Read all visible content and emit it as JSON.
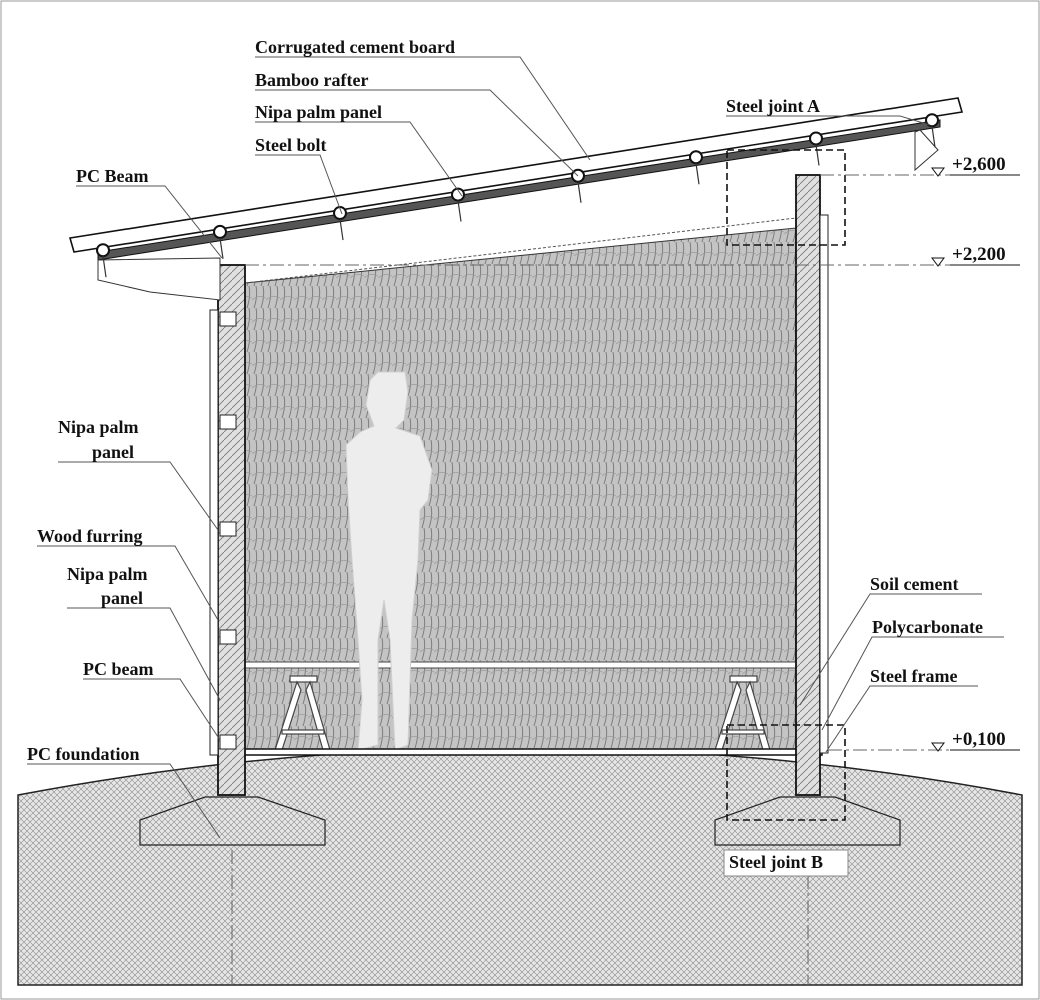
{
  "title": "Wall section",
  "labels": {
    "corrugated_cement_board": "Corrugated cement board",
    "bamboo_rafter": "Bamboo rafter",
    "nipa_palm_panel_roof": "Nipa palm panel",
    "steel_bolt": "Steel bolt",
    "steel_joint_a": "Steel joint A",
    "pc_beam_top": "PC Beam",
    "nipa_palm_panel_wall_1": [
      "Nipa palm",
      "panel"
    ],
    "wood_furring": "Wood furring",
    "nipa_palm_panel_wall_2": [
      "Nipa palm",
      "panel"
    ],
    "pc_beam_bottom": "PC beam",
    "pc_foundation": "PC foundation",
    "soil_cement": "Soil cement",
    "polycarbonate": "Polycarbonate",
    "steel_frame": "Steel frame",
    "steel_joint_b": "Steel joint B"
  },
  "levels": [
    {
      "label": "+2,600"
    },
    {
      "label": "+2,200"
    },
    {
      "label": "+0,100"
    }
  ],
  "colors": {
    "ink": "#111111",
    "ground": "#d9d9d9",
    "wall": "#bdbdbd",
    "figure": "#ececec"
  }
}
